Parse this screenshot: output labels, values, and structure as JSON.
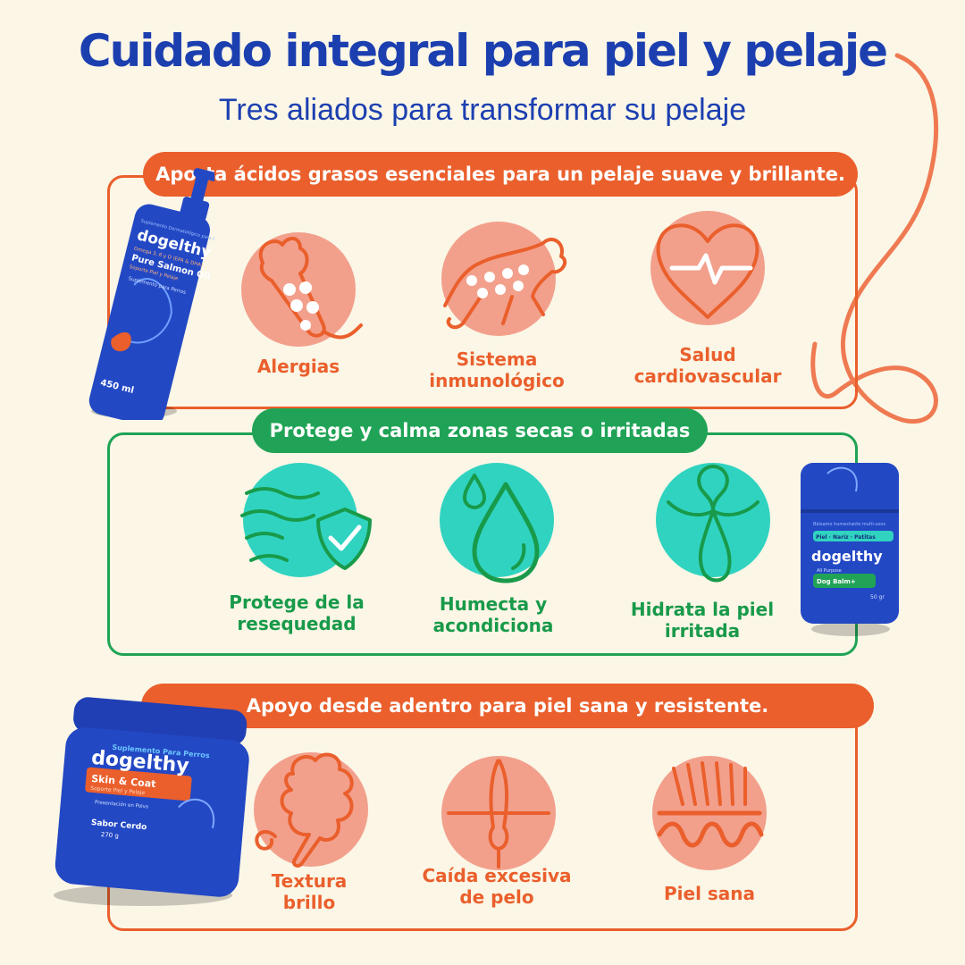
{
  "header": {
    "title": "Cuidado integral para piel y pelaje",
    "subtitle": "Tres aliados para transformar su pelaje"
  },
  "colors": {
    "background": "#fbf6e6",
    "brand_blue": "#1c3fb0",
    "orange": "#ea5f2c",
    "salmon_circle": "#f2a08c",
    "green": "#20a356",
    "teal_circle": "#30d3c0"
  },
  "sections": [
    {
      "banner": "Aporta ácidos grasos esenciales para un pelaje suave y brillante.",
      "items": [
        {
          "icon": "allergy-paw-icon",
          "lines": [
            "Alergias"
          ]
        },
        {
          "icon": "dog-immune-icon",
          "lines": [
            "Sistema",
            "inmunológico"
          ]
        },
        {
          "icon": "heart-pulse-icon",
          "lines": [
            "Salud",
            "cardiovascular"
          ]
        }
      ]
    },
    {
      "banner": "Protege y calma zonas secas o irritadas",
      "items": [
        {
          "icon": "shield-skin-icon",
          "lines": [
            "Protege de la",
            "resequedad"
          ]
        },
        {
          "icon": "water-drops-icon",
          "lines": [
            "Humecta y",
            "acondiciona"
          ]
        },
        {
          "icon": "nose-paw-icon",
          "lines": [
            "Hidrata la piel",
            "irritada"
          ]
        }
      ]
    },
    {
      "banner": "Apoyo desde adentro para piel sana y resistente.",
      "items": [
        {
          "icon": "curly-coat-icon",
          "lines": [
            "Textura",
            "brillo"
          ]
        },
        {
          "icon": "hair-follicle-icon",
          "lines": [
            "Caída excesiva",
            "de pelo"
          ]
        },
        {
          "icon": "healthy-skin-icon",
          "lines": [
            "Piel sana"
          ]
        }
      ]
    }
  ],
  "products": {
    "oil": {
      "top_text": "Suplemento Dermatológico para Perros",
      "brand": "dogelthy",
      "line1": "Omega 3, 6 y D (EPA & DHA)",
      "name": "Pure Salmon Oil",
      "line2": "Soporte Piel y Pelaje",
      "type": "Suplemento para Perros",
      "volume": "450 ml"
    },
    "balm": {
      "top_text": "Bálsamo humectante multi-usos",
      "tags": "Piel · Nariz · Patitas",
      "brand": "dogelthy",
      "line1": "All Purpose",
      "name": "Dog Balm+",
      "weight": "50 gr"
    },
    "jar": {
      "top_text": "Suplemento Para Perros",
      "brand": "dogelthy",
      "name": "Skin & Coat",
      "line1": "Soporte Piel y Pelaje",
      "line2": "Presentación en Polvo",
      "flavor": "Sabor Cerdo",
      "weight": "270 g"
    }
  }
}
